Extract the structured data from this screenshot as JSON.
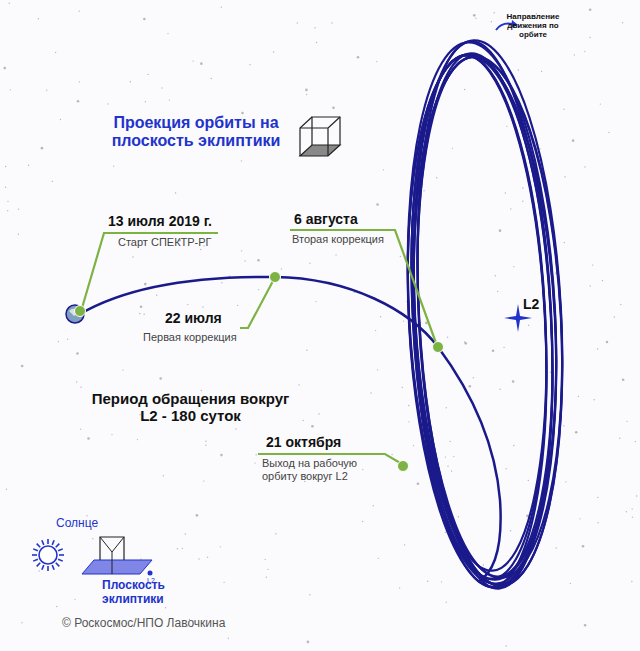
{
  "diagram": {
    "title": "Проекция орбиты на плоскость эклиптики",
    "labels": [
      "Направление движения по орбите",
      "13 июля 2019 г.",
      "Старт СПЕКТР-РГ",
      "6 августа",
      "Вторая коррекция",
      "L2",
      "22 июля",
      "Первая коррекция",
      "Период обращения вокруг L2 - 180 суток",
      "21 октября",
      "Выход на рабочую орбиту вокруг L2",
      "Солнце",
      "L2",
      "Плоскость эклиптики",
      "© Роскосмос/НПО Лавочкина"
    ]
  }
}
